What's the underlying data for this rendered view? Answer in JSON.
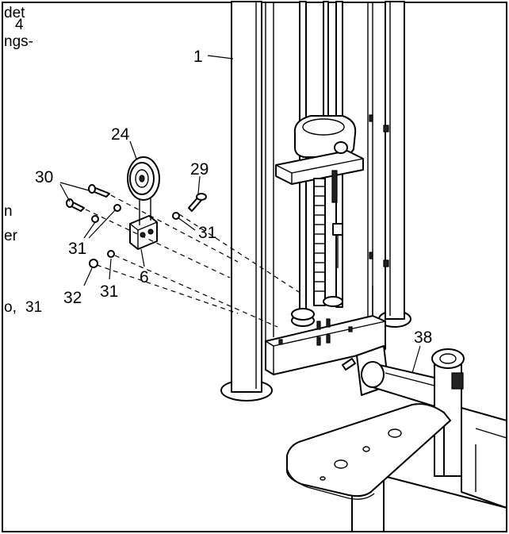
{
  "callouts": [
    {
      "id": "c1",
      "label": "1"
    },
    {
      "id": "c24",
      "label": "24"
    },
    {
      "id": "c29",
      "label": "29"
    },
    {
      "id": "c30",
      "label": "30"
    },
    {
      "id": "c31a",
      "label": "31"
    },
    {
      "id": "c31b",
      "label": "31"
    },
    {
      "id": "c31c",
      "label": "31"
    },
    {
      "id": "c6",
      "label": "6"
    },
    {
      "id": "c32",
      "label": "32"
    },
    {
      "id": "c38",
      "label": "38"
    }
  ],
  "edge_text": [
    "det",
    "4",
    "ngs-",
    "n",
    "er",
    "o,",
    "31"
  ]
}
